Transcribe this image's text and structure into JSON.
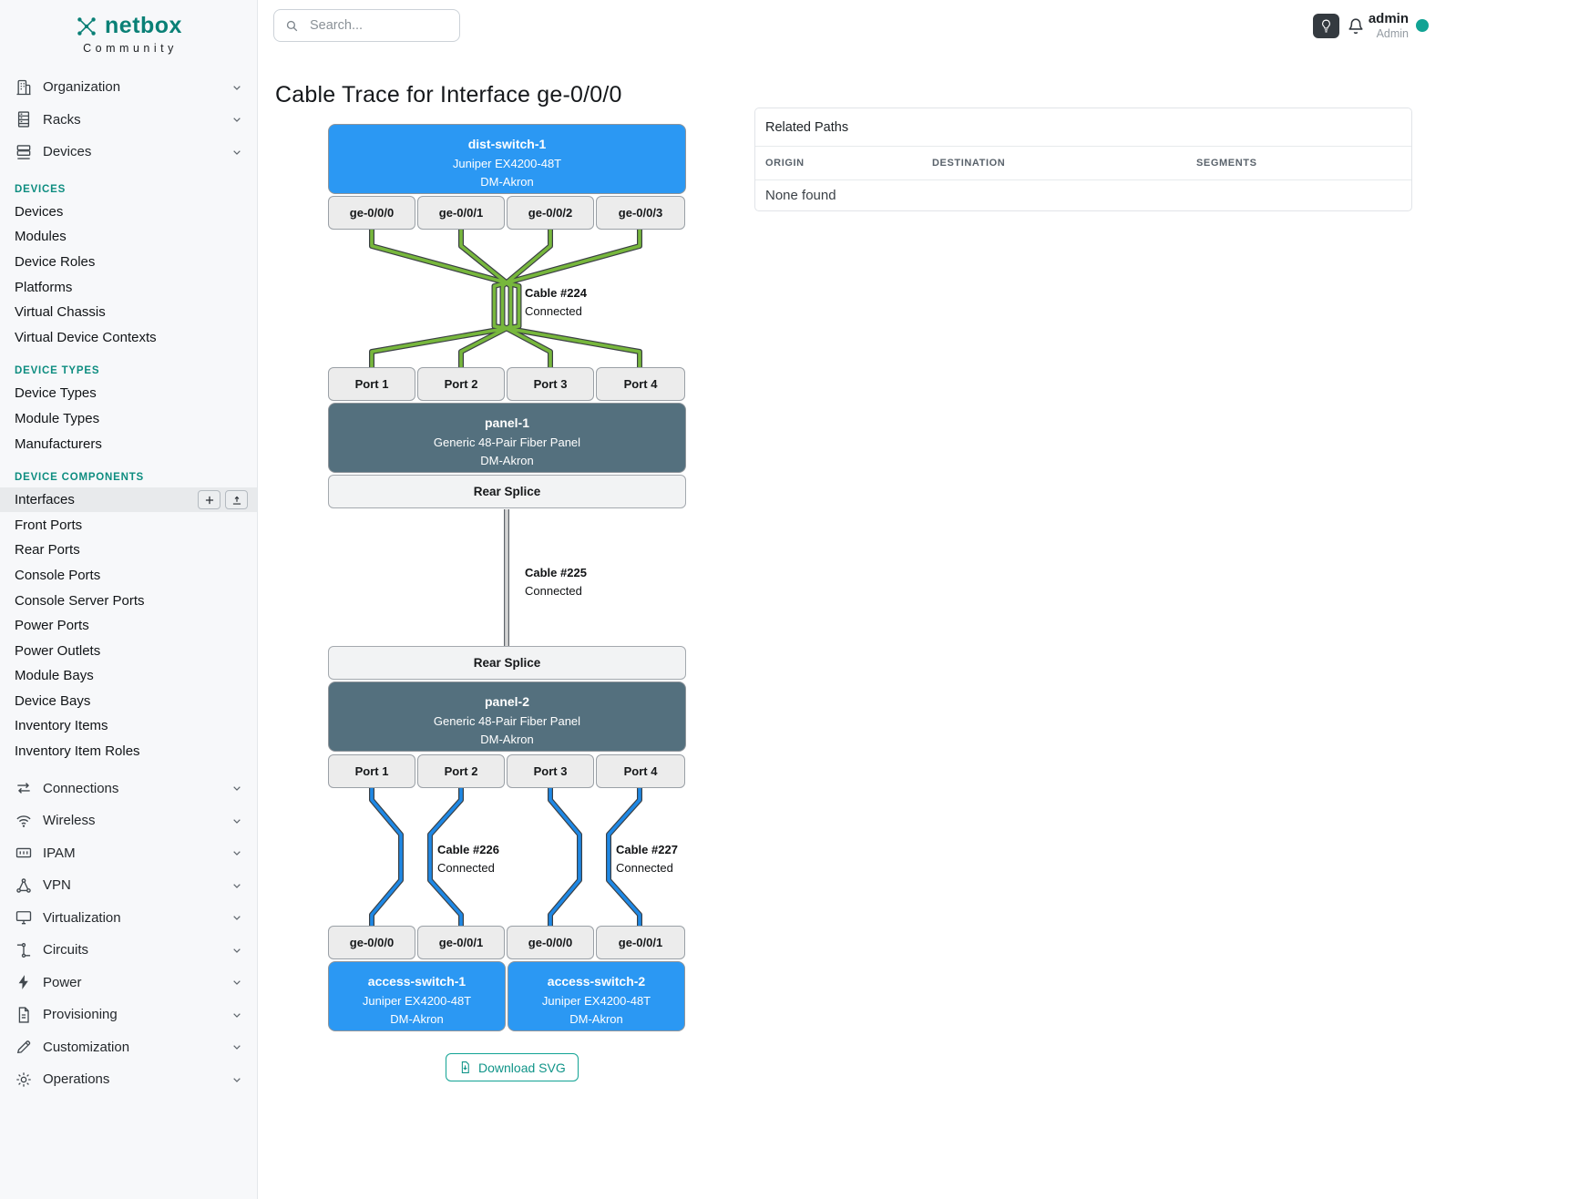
{
  "brand": {
    "name": "netbox",
    "tagline": "Community"
  },
  "topbar": {
    "search_placeholder": "Search...",
    "username": "admin",
    "role": "Admin"
  },
  "sidebar": {
    "top_groups": [
      {
        "label": "Organization",
        "icon": "building-icon"
      },
      {
        "label": "Racks",
        "icon": "rack-icon"
      },
      {
        "label": "Devices",
        "icon": "server-stack-icon"
      }
    ],
    "sections": [
      {
        "title": "DEVICES",
        "items": [
          "Devices",
          "Modules",
          "Device Roles",
          "Platforms",
          "Virtual Chassis",
          "Virtual Device Contexts"
        ]
      },
      {
        "title": "DEVICE TYPES",
        "items": [
          "Device Types",
          "Module Types",
          "Manufacturers"
        ]
      },
      {
        "title": "DEVICE COMPONENTS",
        "items": [
          "Interfaces",
          "Front Ports",
          "Rear Ports",
          "Console Ports",
          "Console Server Ports",
          "Power Ports",
          "Power Outlets",
          "Module Bays",
          "Device Bays",
          "Inventory Items",
          "Inventory Item Roles"
        ]
      }
    ],
    "bottom_groups": [
      {
        "label": "Connections",
        "icon": "swap-arrows-icon"
      },
      {
        "label": "Wireless",
        "icon": "wifi-icon"
      },
      {
        "label": "IPAM",
        "icon": "counter-icon"
      },
      {
        "label": "VPN",
        "icon": "network-graph-icon"
      },
      {
        "label": "Virtualization",
        "icon": "monitor-icon"
      },
      {
        "label": "Circuits",
        "icon": "transit-icon"
      },
      {
        "label": "Power",
        "icon": "lightning-icon"
      },
      {
        "label": "Provisioning",
        "icon": "document-icon"
      },
      {
        "label": "Customization",
        "icon": "pencil-icon"
      },
      {
        "label": "Operations",
        "icon": "gear-icon"
      }
    ]
  },
  "page": {
    "title": "Cable Trace for Interface ge-0/0/0"
  },
  "related_paths": {
    "title": "Related Paths",
    "columns": [
      "ORIGIN",
      "DESTINATION",
      "SEGMENTS"
    ],
    "empty_text": "None found"
  },
  "trace": {
    "dist_switch": {
      "name": "dist-switch-1",
      "model": "Juniper EX4200-48T",
      "site": "DM-Akron"
    },
    "dist_interfaces": [
      "ge-0/0/0",
      "ge-0/0/1",
      "ge-0/0/2",
      "ge-0/0/3"
    ],
    "panel1": {
      "name": "panel-1",
      "model": "Generic 48-Pair Fiber Panel",
      "site": "DM-Akron"
    },
    "panel1_ports": [
      "Port 1",
      "Port 2",
      "Port 3",
      "Port 4"
    ],
    "panel1_rear": "Rear Splice",
    "panel2_rear": "Rear Splice",
    "panel2": {
      "name": "panel-2",
      "model": "Generic 48-Pair Fiber Panel",
      "site": "DM-Akron"
    },
    "panel2_ports": [
      "Port 1",
      "Port 2",
      "Port 3",
      "Port 4"
    ],
    "access1": {
      "name": "access-switch-1",
      "model": "Juniper EX4200-48T",
      "site": "DM-Akron"
    },
    "access1_interfaces": [
      "ge-0/0/0",
      "ge-0/0/1"
    ],
    "access2": {
      "name": "access-switch-2",
      "model": "Juniper EX4200-48T",
      "site": "DM-Akron"
    },
    "access2_interfaces": [
      "ge-0/0/0",
      "ge-0/0/1"
    ],
    "cables": [
      {
        "label": "Cable #224",
        "status": "Connected",
        "color": "#77b73c"
      },
      {
        "label": "Cable #225",
        "status": "Connected",
        "color": "#d5d5d5"
      },
      {
        "label": "Cable #226",
        "status": "Connected",
        "color": "#1e88e5"
      },
      {
        "label": "Cable #227",
        "status": "Connected",
        "color": "#1e88e5"
      }
    ],
    "download_label": "Download SVG"
  },
  "colors": {
    "accent": "#0a8076",
    "device_blue": "#2b98f3",
    "panel_slate": "#54707e"
  }
}
